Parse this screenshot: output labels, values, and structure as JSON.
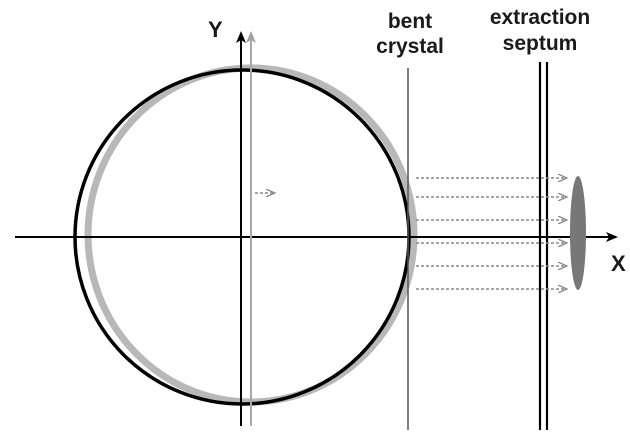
{
  "labels": {
    "y_axis": "Y",
    "x_axis": "X",
    "crystal_line1": "bent",
    "crystal_line2": "crystal",
    "septum_line1": "extraction",
    "septum_line2": "septum"
  },
  "colors": {
    "black": "#000000",
    "grey_orbit": "#b8b8b8",
    "grey_arrow": "#9a9a9a",
    "grey_line": "#555555",
    "beam_spot": "#777777"
  }
}
